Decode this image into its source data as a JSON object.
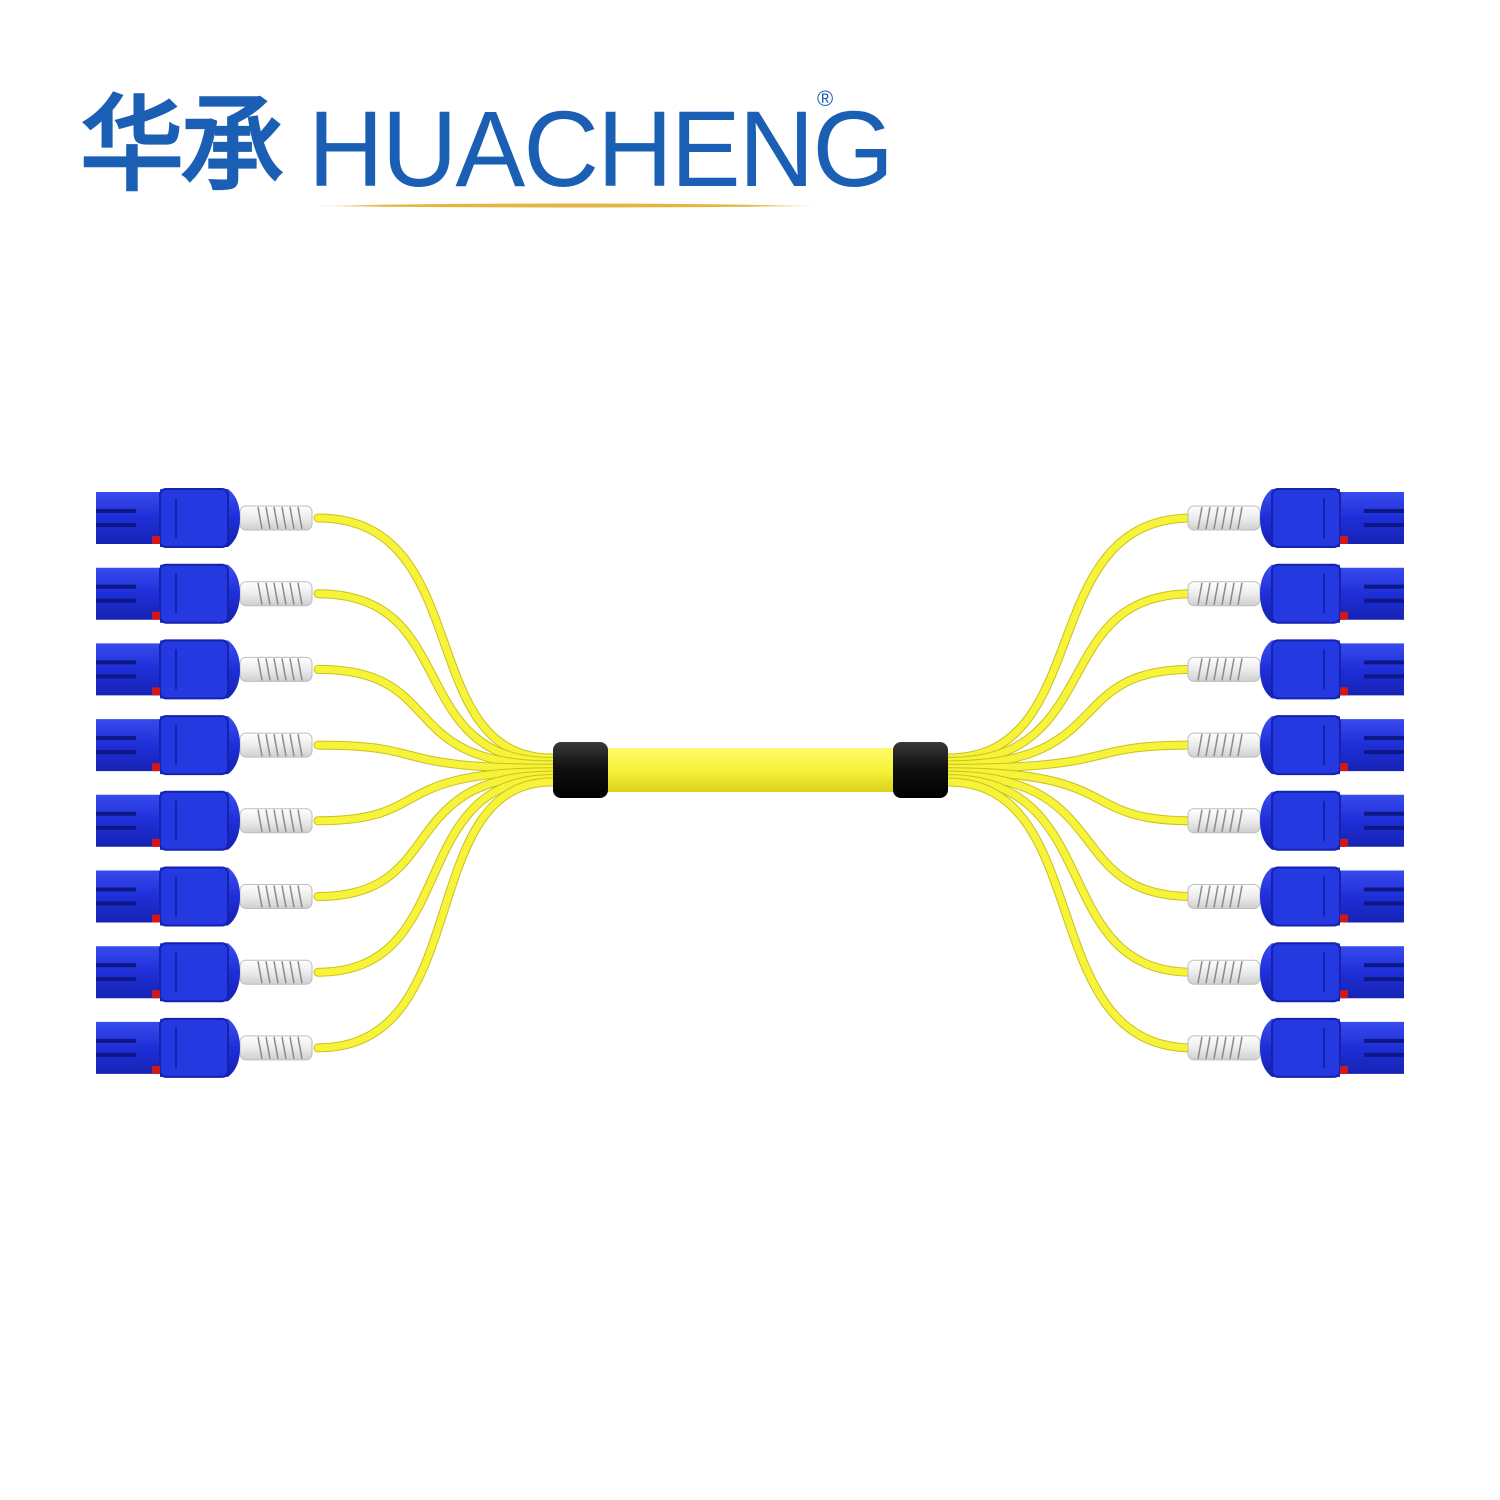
{
  "logo": {
    "chinese": "华承",
    "english": "HUACHENG",
    "registered": "®",
    "brand_color": "#1a5fb4",
    "accent_color": "#e2b640"
  },
  "product": {
    "fiber_color": "#f7f23a",
    "connector_color": "#1f2fd8",
    "boot_color": "#ececec",
    "splitter_color": "#1a1a1a",
    "connectors_per_side": 8,
    "icons": {
      "left_connector": "lc-duplex-connector-icon",
      "right_connector": "lc-duplex-connector-icon",
      "breakout": "breakout-sleeve-icon"
    }
  }
}
